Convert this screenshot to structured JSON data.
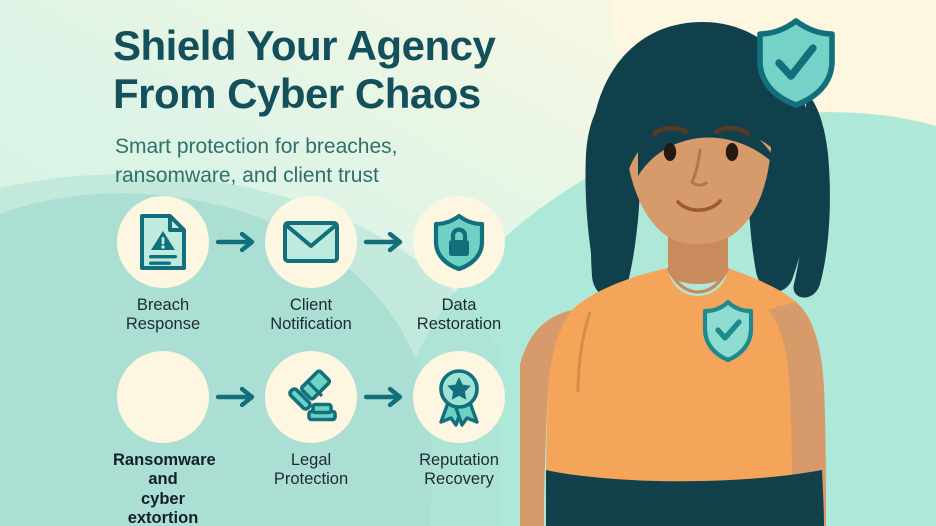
{
  "poster": {
    "headline_line1": "Shield Your Agency",
    "headline_line2": "From Cyber Chaos",
    "subhead": "Smart protection for breaches, ransomware, and client trust",
    "colors": {
      "background_mint": "#d6f2e2",
      "background_cream": "#fdf6e0",
      "wave_teal": "#a9e0d5",
      "wave_teal_light": "#b9e8dc",
      "headline_teal": "#13505b",
      "subhead_teal": "#2f7069",
      "icon_outline": "#12707c",
      "icon_fill": "#6fd0c4",
      "icon_fill_light": "#9fe3d6",
      "caption_dark": "#1c2b33",
      "shirt_orange": "#f5a55a",
      "skin_tan": "#d79a6a",
      "hair_dark_teal": "#11404d",
      "pants_dark": "#12414c"
    }
  },
  "steps": [
    {
      "label": "Breach\nResponse",
      "icon": "document-warning-icon",
      "bold": false,
      "empty": false
    },
    {
      "label": "Client\nNotification",
      "icon": "envelope-icon",
      "bold": false,
      "empty": false
    },
    {
      "label": "Data\nRestoration",
      "icon": "shield-lock-icon",
      "bold": false,
      "empty": false
    },
    {
      "label": "Ransomware and\ncyber extortion",
      "icon": "empty-circle-icon",
      "bold": true,
      "empty": true
    },
    {
      "label": "Legal\nProtection",
      "icon": "gavel-icon",
      "bold": false,
      "empty": false
    },
    {
      "label": "Reputation\nRecovery",
      "icon": "award-ribbon-icon",
      "bold": false,
      "empty": false
    }
  ],
  "badge": {
    "name": "shield-check-badge",
    "description": "shield with checkmark"
  },
  "character": {
    "name": "woman-illustration",
    "shirt_badge": "shield-check-icon"
  }
}
